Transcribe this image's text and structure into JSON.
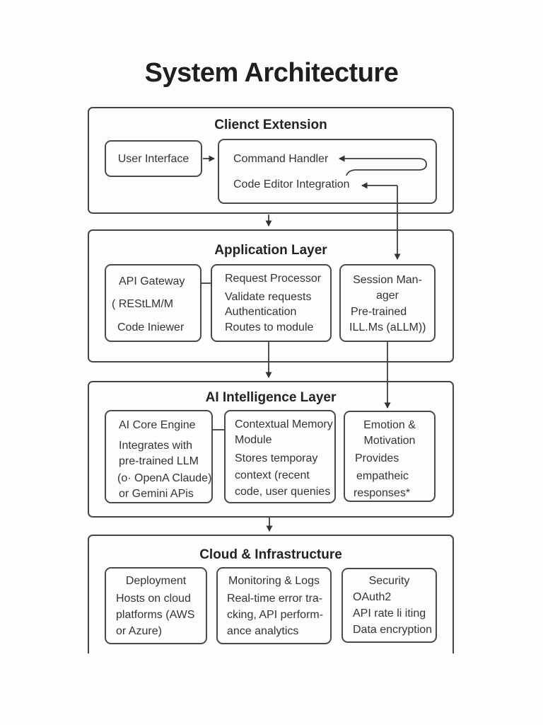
{
  "title": "System Architecture",
  "colors": {
    "line": "#3f3f3f",
    "text": "#333333",
    "background": "#fdfdfd"
  },
  "client": {
    "title": "Clienct Extension",
    "user_interface": "User Interface",
    "command_handler": "Command Handler",
    "code_editor_integration": "Code Editor Integration"
  },
  "application": {
    "title": "Application Layer",
    "api_gateway": {
      "title": "API Gateway",
      "lines": [
        "( REStLM/M",
        "Code Iniewer"
      ]
    },
    "request_processor": {
      "title": "Request Processor",
      "lines": [
        "Validate requests",
        "Authentication",
        "Routes to module"
      ]
    },
    "session_manager": {
      "title_lines": [
        "Session Man-",
        "ager"
      ],
      "lines": [
        "Pre-trained",
        "ILL.Ms (aLLM))"
      ]
    }
  },
  "ai": {
    "title": "AI Intelligence Layer",
    "ai_core_engine": {
      "title": "AI Core Engine",
      "lines": [
        "Integrates with",
        "pre-trained LLM",
        "(o· OpenA Claude)",
        "or Gemini APis"
      ]
    },
    "contextual_memory": {
      "title_lines": [
        "Contextual Memory",
        "Module"
      ],
      "lines": [
        "Stores temporay",
        "context (recent",
        "code, user quenies"
      ]
    },
    "emotion_motivation": {
      "title_lines": [
        "Emotion &",
        "Motivation"
      ],
      "lines": [
        "Provides",
        "empatheic",
        "responses*"
      ]
    }
  },
  "cloud": {
    "title": "Cloud & Infrastructure",
    "deployment": {
      "title": "Deployment",
      "lines": [
        "Hosts on cloud",
        "platforms (AWS",
        "or Azure)"
      ]
    },
    "monitoring": {
      "title": "Monitoring & Logs",
      "lines": [
        "Real-time error tra-",
        "cking, API perform-",
        "ance analytics"
      ]
    },
    "security": {
      "title": "Security",
      "lines": [
        "OAuth2",
        "API rate li iting",
        "Data encryption"
      ]
    }
  }
}
